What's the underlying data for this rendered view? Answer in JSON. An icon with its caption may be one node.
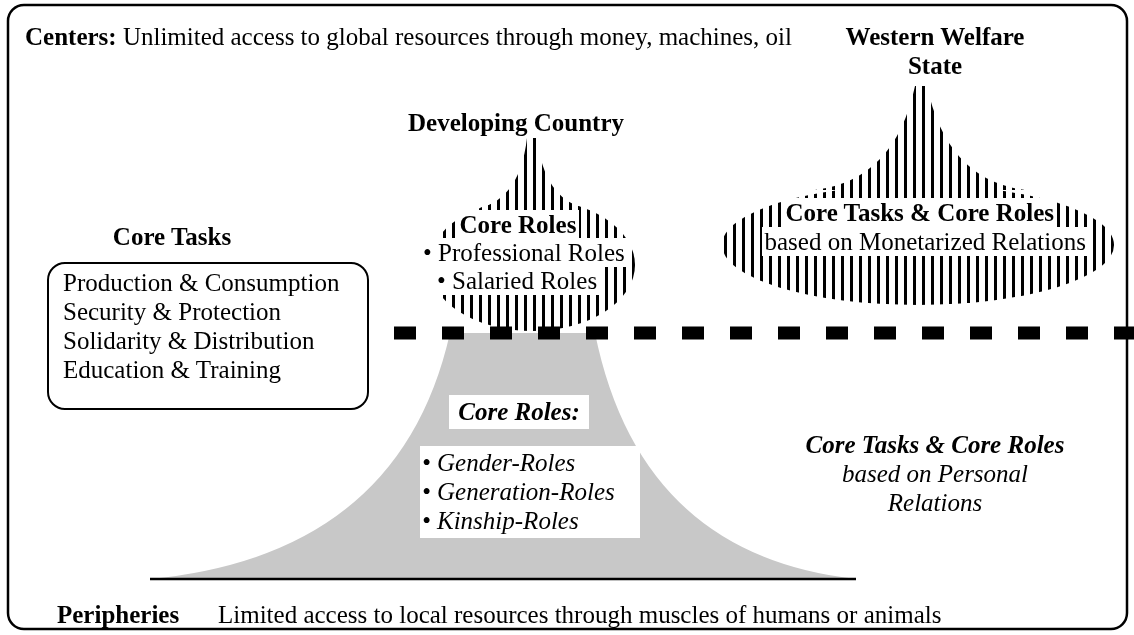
{
  "diagram": {
    "nodes": [
      {
        "text": [
          "Core Tasks",
          "Production & Consumption Security & Protection Solidarity & Distribution Education & Training"
        ]
      },
      {
        "text": [
          "Developing Country",
          "Core Roles",
          "• Professional Roles",
          "• Salaried Roles"
        ]
      },
      {
        "text": [
          "Western Welfare State",
          "Core Tasks & Core Roles",
          "based on Monetarized Relations"
        ]
      },
      {
        "text": [],
        "shape": "bell"
      },
      {
        "text": [
          "Core Roles:"
        ],
        "in": 3
      },
      {
        "text": [
          "• Gender-Roles",
          "• Generation-Roles",
          "• Kinship-Roles"
        ],
        "in": 3
      }
    ],
    "labels": [
      "**Centers:** Unlimited access to global resources through money, machines, oil",
      "Core Tasks & Core Roles",
      "based on Personal Relations",
      "Peripheries",
      "Limited access to local resources through muscles of humans or animals"
    ]
  }
}
